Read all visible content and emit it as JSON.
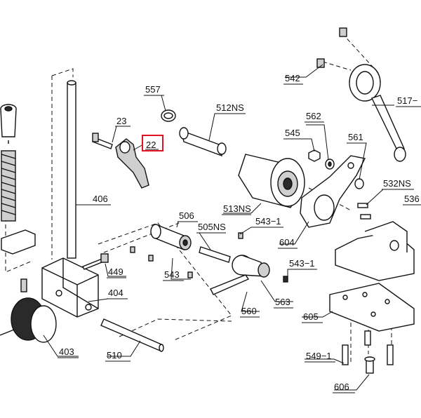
{
  "diagram": {
    "highlight_color": "#e0141e",
    "highlighted_label": "22",
    "labels": {
      "l22": "22",
      "l23": "23",
      "l557": "557",
      "l512NS": "512NS",
      "l542": "542",
      "l517": "517−",
      "l545": "545",
      "l562": "562",
      "l561": "561",
      "l532NS": "532NS",
      "l536": "536",
      "l513NS": "513NS",
      "l604": "604",
      "l406": "406",
      "l506": "506",
      "l505NS": "505NS",
      "l543_1a": "543−1",
      "l543_1b": "543−1",
      "l543": "543",
      "l449": "449",
      "l404": "404",
      "l560": "560",
      "l563": "563",
      "l605": "605",
      "l403": "403",
      "l510": "510",
      "l549_1": "549−1",
      "l606": "606"
    }
  }
}
